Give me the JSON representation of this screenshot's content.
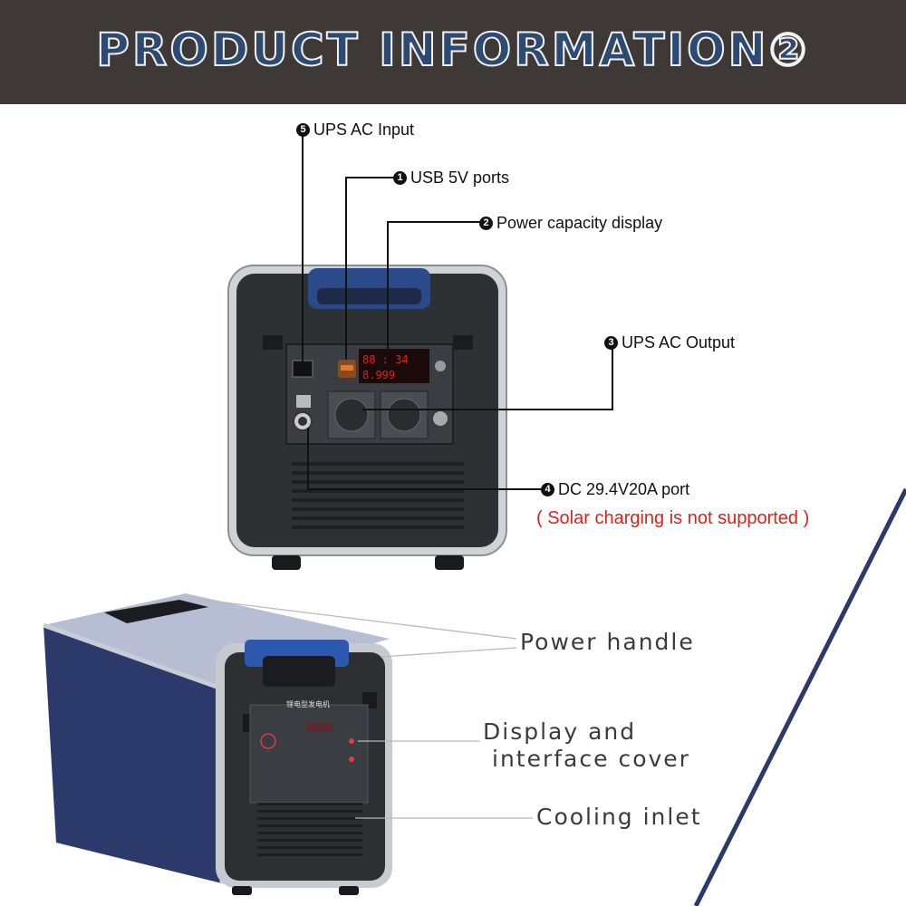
{
  "header": {
    "title": "PRODUCT INFORMATION②"
  },
  "callouts": [
    {
      "num": "5",
      "text": "UPS AC Input"
    },
    {
      "num": "1",
      "text": "USB 5V ports"
    },
    {
      "num": "2",
      "text": "Power capacity display"
    },
    {
      "num": "3",
      "text": "UPS AC Output"
    },
    {
      "num": "4",
      "text": "DC 29.4V20A  port"
    }
  ],
  "note": "( Solar charging is not supported )",
  "features": [
    {
      "text": "Power handle"
    },
    {
      "text": "Display and"
    },
    {
      "text": "interface cover"
    },
    {
      "text": "Cooling inlet"
    }
  ],
  "device_text": {
    "cover_caption": "锂电型发电机"
  },
  "colors": {
    "banner": "#3e3836",
    "title_fill": "#2d4a72",
    "device_blue": "#2b3a6b",
    "note_red": "#d9231d"
  }
}
